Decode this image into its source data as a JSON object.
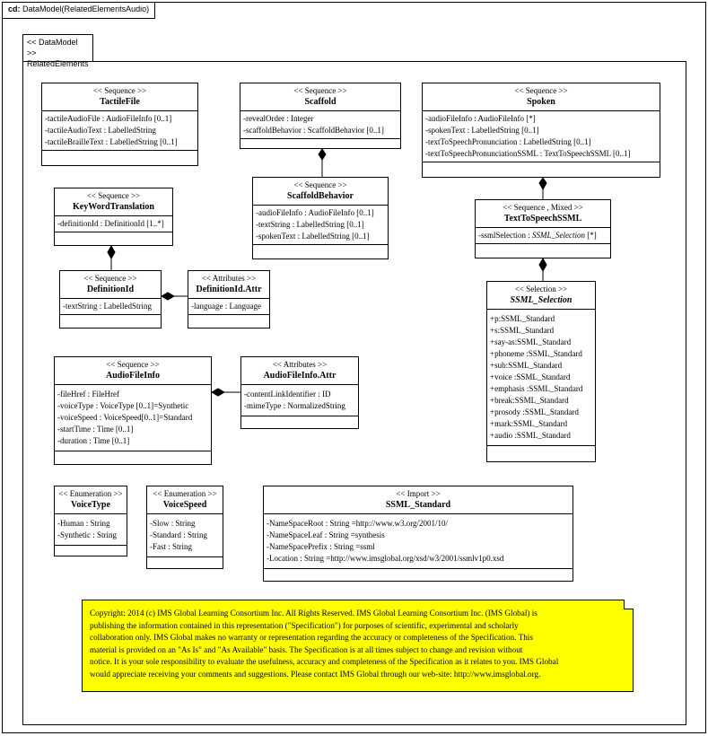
{
  "frame": {
    "kind": "cd:",
    "title": "DataModel(RelatedElementsAudio)"
  },
  "package": {
    "stereotype": "<< DataModel >>",
    "name": "RelatedElements"
  },
  "classes": {
    "tactile": {
      "stereotype": "<< Sequence >>",
      "name": "TactileFile",
      "attrs": [
        "-tactileAudioFile  : AudioFileInfo  [0..1]",
        "-tactileAudioText  : LabelledString",
        "-tactileBrailleText  : LabelledString  [0..1]"
      ]
    },
    "scaffold": {
      "stereotype": "<< Sequence >>",
      "name": "Scaffold",
      "attrs": [
        "-revealOrder : Integer",
        "-scaffoldBehavior  : ScaffoldBehavior  [0..1]"
      ]
    },
    "spoken": {
      "stereotype": "<< Sequence >>",
      "name": "Spoken",
      "attrs": [
        "-audioFileInfo  : AudioFileInfo  [*]",
        "-spokenText : LabelledString  [0..1]",
        "-textToSpeechPronunciation  : LabelledString  [0..1]",
        "-textToSpeechPronunciationSSML  : TextToSpeechSSML [0..1]"
      ]
    },
    "keyword": {
      "stereotype": "<< Sequence >>",
      "name": "KeyWordTranslation",
      "attrs": [
        "-definitionId  : DefinitionId  [1..*]"
      ]
    },
    "scaffoldBehavior": {
      "stereotype": "<< Sequence >>",
      "name": "ScaffoldBehavior",
      "attrs": [
        "-audioFileInfo  : AudioFileInfo  [0..1]",
        "-textString : LabelledString  [0..1]",
        "-spokenText : LabelledString  [0..1]"
      ]
    },
    "tts": {
      "stereotype": "<< Sequence , Mixed >>",
      "name": "TextToSpeechSSML",
      "attr_prefix": "-ssmlSelection  : ",
      "attr_type": "SSML_Selection",
      "attr_suffix": " [*]"
    },
    "definitionId": {
      "stereotype": "<< Sequence >>",
      "name": "DefinitionId",
      "attrs": [
        "-textString  : LabelledString"
      ]
    },
    "definitionIdAttr": {
      "stereotype": "<< Attributes  >>",
      "name": "DefinitionId.Attr",
      "attrs": [
        "-language  : Language"
      ]
    },
    "ssmlSelection": {
      "stereotype": "<< Selection >>",
      "name": "SSML_Selection",
      "attrs": [
        "+p:SSML_Standard",
        "+s:SSML_Standard",
        "+say-as:SSML_Standard",
        "+phoneme :SSML_Standard",
        "+sub:SSML_Standard",
        "+voice :SSML_Standard",
        "+emphasis :SSML_Standard",
        "+break:SSML_Standard",
        "+prosody :SSML_Standard",
        "+mark:SSML_Standard",
        "+audio :SSML_Standard"
      ]
    },
    "audioFileInfo": {
      "stereotype": "<< Sequence >>",
      "name": "AudioFileInfo",
      "attrs": [
        "-fileHref  : FileHref",
        "-voiceType : VoiceType [0..1]=Synthetic",
        "-voiceSpeed : VoiceSpeed[0..1]=Standard",
        "-startTime  : Time [0..1]",
        "-duration  : Time [0..1]"
      ]
    },
    "audioFileInfoAttr": {
      "stereotype": "<< Attributes  >>",
      "name": "AudioFileInfo.Attr",
      "attrs": [
        "-contentLinkIdentifier  : ID",
        "-mimeType  : NormalizedString"
      ]
    },
    "voiceType": {
      "stereotype": "<< Enumeration  >>",
      "name": "VoiceType",
      "attrs": [
        "-Human : String",
        "-Synthetic  : String"
      ]
    },
    "voiceSpeed": {
      "stereotype": "<< Enumeration  >>",
      "name": "VoiceSpeed",
      "attrs": [
        "-Slow : String",
        "-Standard : String",
        "-Fast : String"
      ]
    },
    "ssmlStandard": {
      "stereotype": "<< Import >>",
      "name": "SSML_Standard",
      "attrs": [
        "-NameSpaceRoot : String =http://www.w3.org/2001/10/",
        "-NameSpaceLeaf : String =synthesis",
        "-NameSpacePrefix  : String =ssml",
        "-Location : String =http://www.imsglobal.org/xsd/w3/2001/ssmlv1p0.xsd"
      ]
    }
  },
  "note": {
    "lines": [
      "Copyright: 2014 (c) IMS Global Learning Consortium Inc.  All Rights Reserved.  IMS Global Learning Consortium Inc. (IMS Global) is",
      "publishing the information contained in this representation (\"Specification\") for purposes of scientific, experimental and scholarly",
      "collaboration only.  IMS Global makes no warranty or representation regarding the accuracy or completeness of the Specification.  This",
      "material is provided on an \"As Is\" and \"As Available\" basis.  The Specification is at all times subject to change and revision without",
      "notice.  It is your sole responsibility to evaluate the usefulness, accuracy and completeness of the Specification as it relates to you.  IMS Global",
      "would appreciate receiving your comments and suggestions.  Please contact IMS Global through our web-site: http://www.imsglobal.org."
    ],
    "color": "#ffff00"
  }
}
